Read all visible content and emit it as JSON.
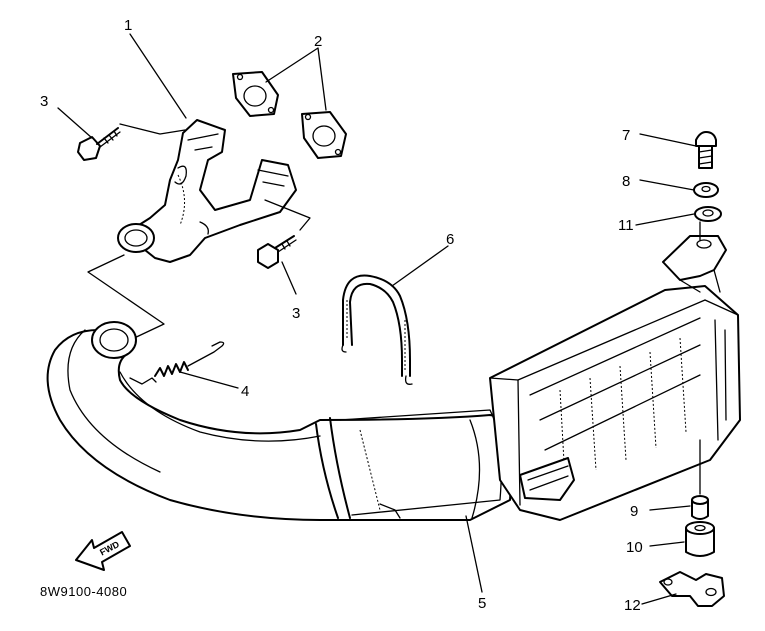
{
  "parts": {
    "p1": "1",
    "p2": "2",
    "p3a": "3",
    "p3b": "3",
    "p4": "4",
    "p5": "5",
    "p6": "6",
    "p7": "7",
    "p8": "8",
    "p9": "9",
    "p10": "10",
    "p11": "11",
    "p12": "12"
  },
  "fwd_label": "FWD",
  "diagram_code": "8W9100-4080"
}
